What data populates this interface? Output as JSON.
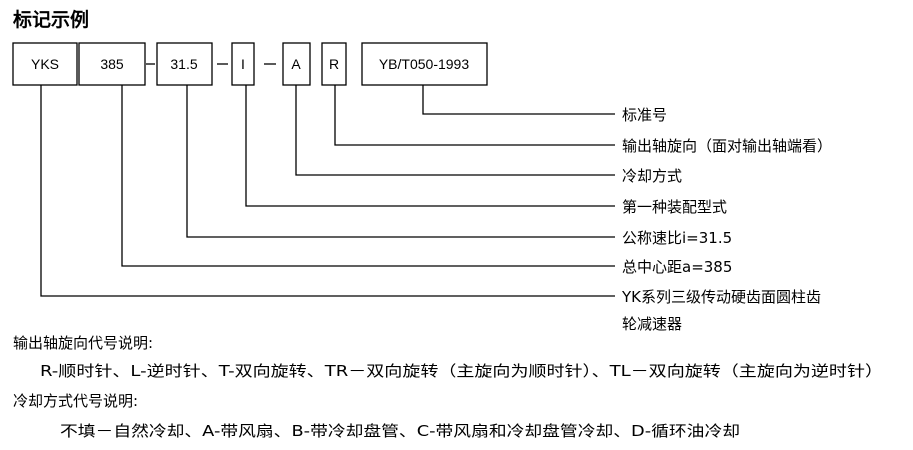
{
  "title": "标记示例",
  "boxes": [
    "YKS",
    "385",
    "31.5",
    "I",
    "A",
    "R",
    "YB/T050-1993"
  ],
  "dash": "—",
  "labels": [
    "标准号",
    "输出轴旋向（面对输出轴端看）",
    "冷却方式",
    "第一种装配型式",
    "公称速比i=31.5",
    "总中心距a=385",
    "YK系列三级传动硬齿面圆柱齿",
    "轮减速器"
  ],
  "notes": {
    "rotation_title": "输出轴旋向代号说明:",
    "rotation_text": "R-顺时针、L-逆时针、T-双向旋转、TR－双向旋转（主旋向为顺时针）、TL－双向旋转（主旋向为逆时针）",
    "cooling_title": "冷却方式代号说明:",
    "cooling_text": "不填－自然冷却、A-带风扇、B-带冷却盘管、C-带风扇和冷却盘管冷却、D-循环油冷却"
  }
}
